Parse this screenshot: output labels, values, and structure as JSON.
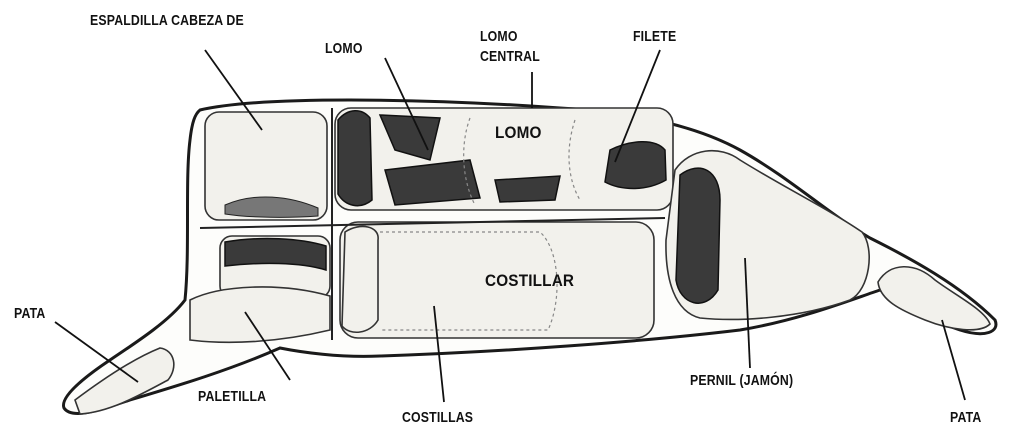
{
  "labels": {
    "espaldilla": "ESPALDILLA CABEZA DE",
    "lomo_top": "LOMO",
    "lomo_central_1": "LOMO",
    "lomo_central_2": "CENTRAL",
    "filete": "FILETE",
    "lomo_inside": "LOMO",
    "costillar": "COSTILLAR",
    "pata_left": "PATA",
    "paletilla": "PALETILLA",
    "costillas": "COSTILLAS",
    "pernil": "PERNIL (JAMÓN)",
    "pata_right": "PATA"
  },
  "colors": {
    "outline": "#1a1a1a",
    "meat": "#3a3a3a",
    "bone": "#f2f1ec"
  }
}
